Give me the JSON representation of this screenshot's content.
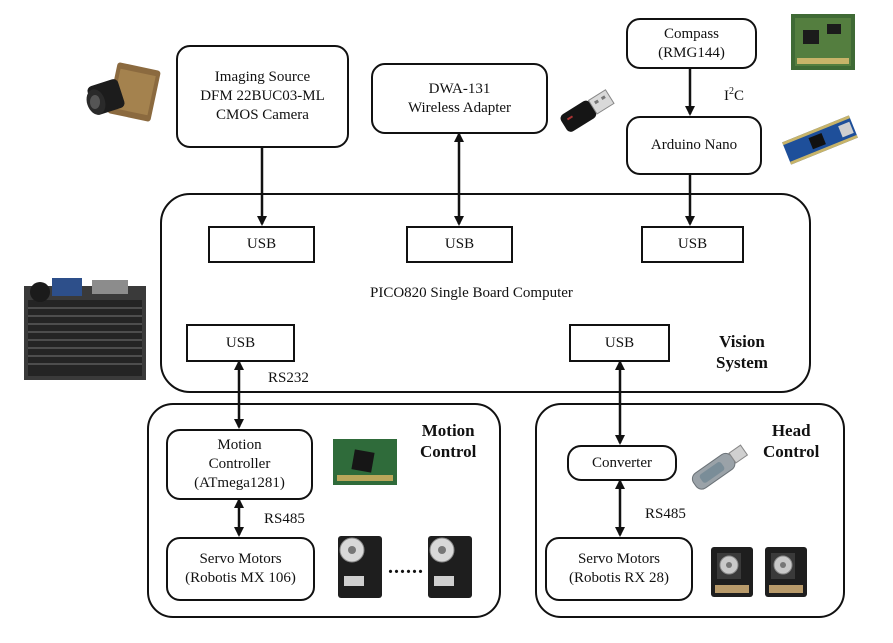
{
  "nodes": {
    "camera": "Imaging Source\nDFM 22BUC03-ML\nCMOS Camera",
    "wireless": "DWA-131\nWireless Adapter",
    "compass": "Compass\n(RMG144)",
    "arduino": "Arduino Nano",
    "usb_top_left": "USB",
    "usb_top_mid": "USB",
    "usb_top_right": "USB",
    "usb_mid_left": "USB",
    "usb_mid_right": "USB",
    "motion_controller": "Motion\nController\n(ATmega1281)",
    "servo_mx": "Servo Motors\n(Robotis MX 106)",
    "converter": "Converter",
    "servo_rx": "Servo Motors\n(Robotis RX 28)"
  },
  "labels": {
    "i2c_base": "I",
    "i2c_sup": "2",
    "i2c_tail": "C",
    "sbc": "PICO820 Single Board Computer",
    "vision": "Vision\nSystem",
    "motion": "Motion\nControl",
    "head": "Head\nControl",
    "rs232": "RS232",
    "rs485_left": "RS485",
    "rs485_right": "RS485",
    "dots": "......"
  },
  "colors": {
    "line": "#111111",
    "pcb_green": "#2f6b3a",
    "heatsink": "#2b2b2b",
    "servo": "#1e1e1e"
  }
}
